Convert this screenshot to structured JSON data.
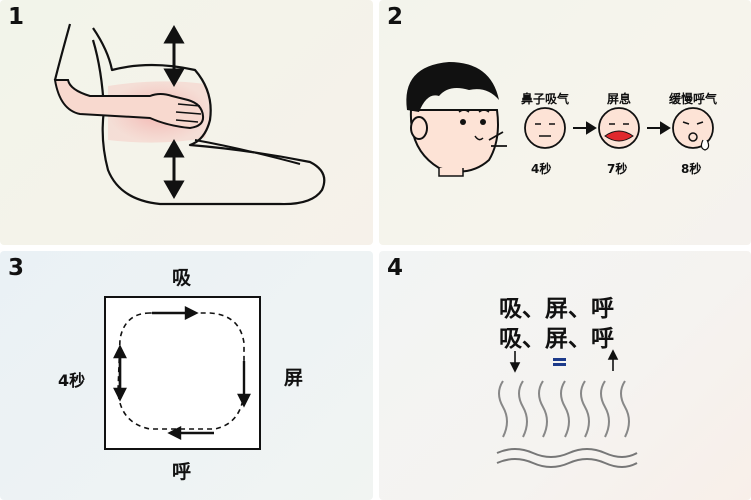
{
  "panel1": {
    "number": "1"
  },
  "panel2": {
    "number": "2",
    "steps": [
      {
        "label": "鼻子吸气",
        "time": "4秒"
      },
      {
        "label": "屏息",
        "time": "7秒"
      },
      {
        "label": "缓慢呼气",
        "time": "8秒"
      }
    ]
  },
  "panel3": {
    "number": "3",
    "top": "吸",
    "right": "屏",
    "bottom": "呼",
    "left": "4秒"
  },
  "panel4": {
    "number": "4",
    "row1": [
      "吸",
      "、",
      "屏",
      "、",
      "呼"
    ],
    "row2": [
      "吸",
      "、",
      "屏",
      "、",
      "呼"
    ]
  },
  "colors": {
    "belly_highlight": "#f2b3b0",
    "arm": "#f8d9cf",
    "lips": "#e0282c",
    "equals": "#1c3a8a"
  }
}
